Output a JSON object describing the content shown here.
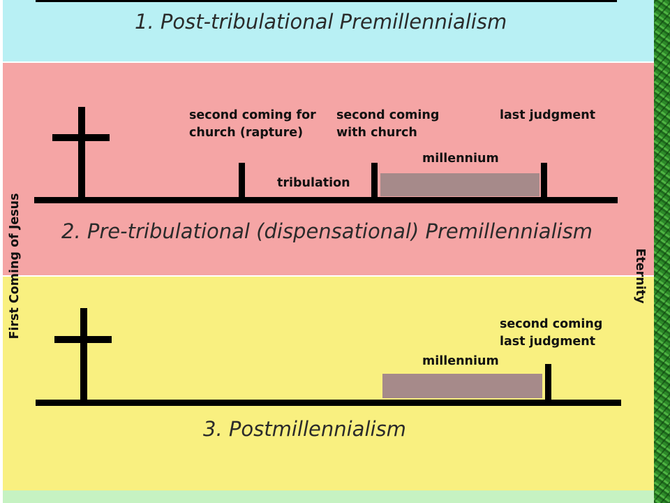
{
  "side_labels": {
    "left": "First Coming of Jesus",
    "right": "Eternity"
  },
  "panels": [
    {
      "title": "1. Post-tribulational Premillennialism",
      "background": "#b8f0f4"
    },
    {
      "title": "2. Pre-tribulational (dispensational) Premillennialism",
      "background": "#f5a5a5",
      "labels": {
        "rapture": [
          "second coming for",
          "church (rapture)"
        ],
        "with_church": [
          "second coming",
          "with church"
        ],
        "last_judgment": "last judgment",
        "millennium": "millennium",
        "tribulation": "tribulation"
      }
    },
    {
      "title": "3. Postmillennialism",
      "background": "#f9f080",
      "labels": {
        "second_coming": [
          "second coming",
          "last judgment"
        ],
        "millennium": "millennium"
      }
    }
  ],
  "colors": {
    "timeline": "#000000",
    "millennium_block": "#a68a8a",
    "page_edge": "#2d8a29"
  }
}
